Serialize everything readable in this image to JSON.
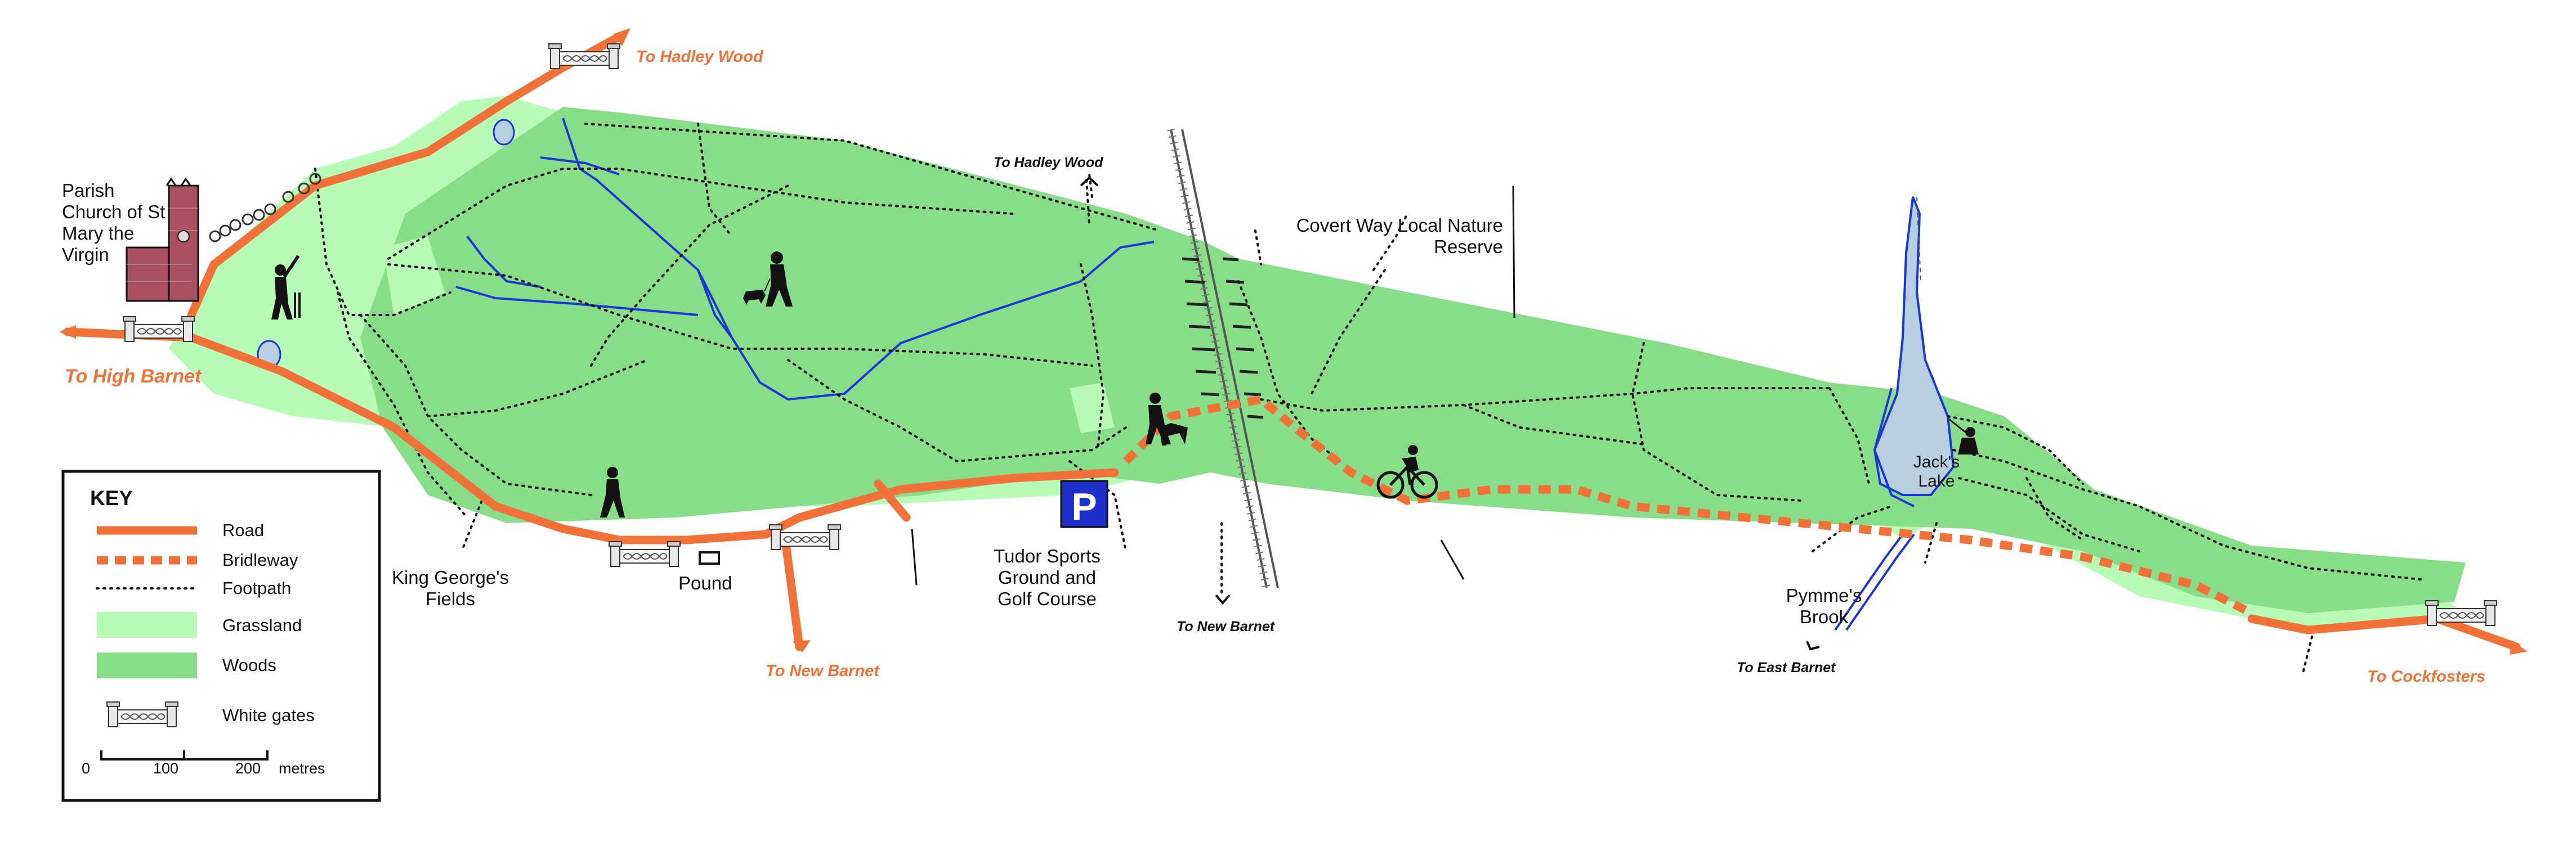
{
  "colors": {
    "road": "#f07239",
    "bridleway": "#f07239",
    "footpath": "#111111",
    "grassland": "#b7fbb7",
    "woods": "#88dd88",
    "stream": "#1a35d8",
    "lake": "#b7cfe0",
    "parking": "#1f2fcc"
  },
  "destinations": {
    "hadley_wood_top": "To Hadley Wood",
    "high_barnet": "To High Barnet",
    "new_barnet_road": "To New Barnet",
    "cockfosters": "To Cockfosters"
  },
  "paths": {
    "hadley_wood": "To Hadley Wood",
    "new_barnet": "To New Barnet",
    "east_barnet": "To East Barnet"
  },
  "places": {
    "church": "Parish Church of St Mary the Virgin",
    "king_georges": "King George's Fields",
    "pound": "Pound",
    "tudor": "Tudor Sports Ground and Golf Course",
    "covert_way": "Covert Way Local Nature Reserve",
    "jacks_lake": "Jack's Lake",
    "pymmes": "Pymme's Brook"
  },
  "parking": {
    "symbol": "P"
  },
  "key": {
    "title": "KEY",
    "items": [
      {
        "label": "Road",
        "icon": "road-line"
      },
      {
        "label": "Bridleway",
        "icon": "bridleway-dash"
      },
      {
        "label": "Footpath",
        "icon": "footpath-dots"
      },
      {
        "label": "Grassland",
        "icon": "grassland-swatch"
      },
      {
        "label": "Woods",
        "icon": "woods-swatch"
      },
      {
        "label": "White gates",
        "icon": "white-gate"
      }
    ],
    "scale": {
      "ticks": [
        "0",
        "100",
        "200"
      ],
      "unit": "metres"
    }
  }
}
